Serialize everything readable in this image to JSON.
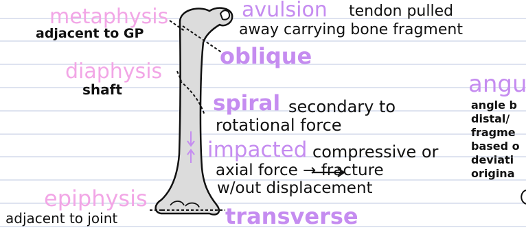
{
  "colors": {
    "paper": "#ffffff",
    "rule_line": "#c9d2e8",
    "pink_label": "#f2a6e6",
    "violet_label": "#c58cf0",
    "ink": "#111111",
    "bone_fill": "#dcdcdc"
  },
  "anatomy": {
    "metaphysis": {
      "term": "metaphysis",
      "note": "adjacent to GP"
    },
    "diaphysis": {
      "term": "diaphysis",
      "note": "shaft"
    },
    "epiphysis": {
      "term": "epiphysis",
      "note": "adjacent to joint"
    }
  },
  "fractures": {
    "avulsion": {
      "term": "avulsion",
      "line1": "tendon pulled",
      "line2": "away carrying bone fragment"
    },
    "oblique": {
      "term": "oblique"
    },
    "spiral": {
      "term": "spiral",
      "line1": "secondary to",
      "line2": "rotational force"
    },
    "impacted": {
      "term": "impacted",
      "line1": "compressive or",
      "line2": "axial force → fracture",
      "line3": "w/out displacement"
    },
    "transverse": {
      "term": "transverse"
    }
  },
  "angulated": {
    "term": "angu",
    "lines": [
      "angle b",
      "distal/",
      "fragme",
      "based o",
      "deviati",
      "origina"
    ]
  }
}
